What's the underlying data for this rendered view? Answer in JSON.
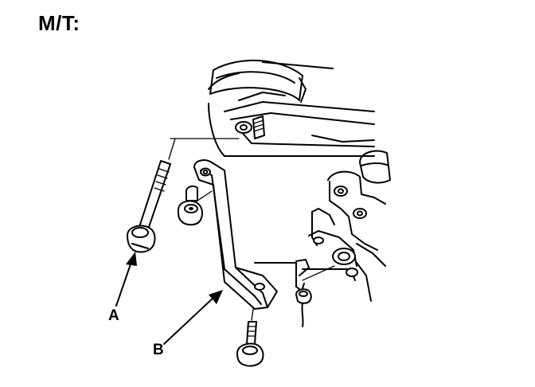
{
  "heading": "M/T:",
  "callouts": {
    "a": "A",
    "b": "B"
  },
  "colors": {
    "ink": "#000000",
    "paper": "#ffffff"
  }
}
